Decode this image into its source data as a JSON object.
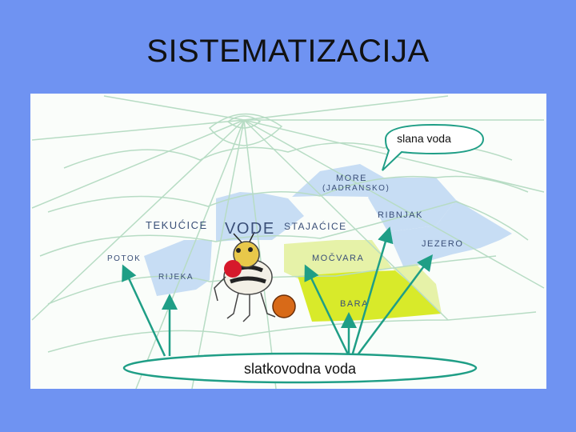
{
  "slide": {
    "title": "SISTEMATIZACIJA"
  },
  "web": {
    "labels": {
      "tekucice": "TEKUĆICE",
      "vode": "VODE",
      "stajacice": "STAJAĆICE",
      "more": "MORE",
      "jadransko": "(JADRANSKO)",
      "ribnjak": "RIBNJAK",
      "jezero": "JEZERO",
      "mocvara": "MOČVARA",
      "bara": "BARA",
      "potok": "POTOK",
      "rijeka": "RIJEKA"
    }
  },
  "callouts": {
    "salt_water": "slana voda",
    "fresh_water": "slatkovodna voda"
  },
  "colors": {
    "background": "#6f93f2",
    "arrow": "#1f9e86",
    "web_line": "#b7dcc4",
    "blue_fill": "#c7ddf4",
    "green_fill": "#e6f2a8",
    "yellow_fill": "#d8ea2a",
    "callout_border": "#1f9e86"
  }
}
